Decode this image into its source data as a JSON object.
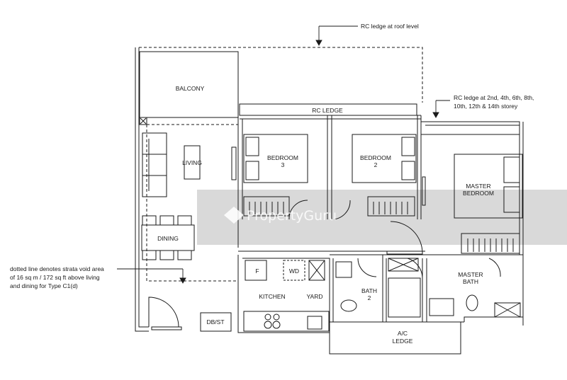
{
  "rooms": {
    "balcony": "BALCONY",
    "rc_ledge": "RC LEDGE",
    "bedroom3": [
      "BEDROOM",
      "3"
    ],
    "bedroom2": [
      "BEDROOM",
      "2"
    ],
    "master_bedroom": [
      "MASTER",
      "BEDROOM"
    ],
    "living": "LIVING",
    "dining": "DINING",
    "kitchen": "KITCHEN",
    "yard": "YARD",
    "bath2": [
      "BATH",
      "2"
    ],
    "master_bath": [
      "MASTER",
      "BATH"
    ],
    "ac_ledge": [
      "A/C",
      "LEDGE"
    ],
    "dbst": "DB/ST",
    "fridge": "F",
    "wd": "WD"
  },
  "annotations": {
    "roof_ledge": "RC ledge at roof level",
    "storey_ledge": [
      "RC ledge at 2nd, 4th, 6th, 8th,",
      "10th, 12th & 14th storey"
    ],
    "void_note": [
      "dotted line denotes strata void area",
      "of 16 sq m / 172 sq ft above living",
      "and dining for Type C1(d)"
    ]
  },
  "watermark": "PropertyGuru",
  "colors": {
    "line": "#1a1a1a",
    "band": "#d9d9d9",
    "watermark": "#ffffff"
  }
}
